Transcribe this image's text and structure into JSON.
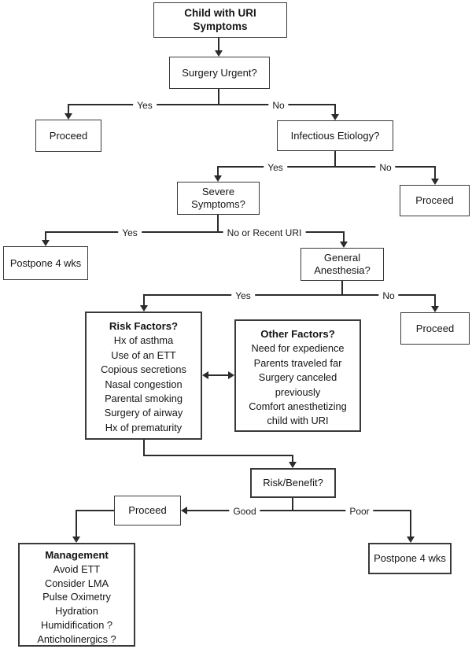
{
  "flowchart": {
    "ink_color": "#2b2b2b",
    "background_color": "#ffffff",
    "nodes": {
      "start": {
        "label": "Child with URI Symptoms"
      },
      "surgery_urgent": {
        "label": "Surgery Urgent?"
      },
      "proceed_1": {
        "label": "Proceed"
      },
      "infectious_etiology": {
        "label": "Infectious Etiology?"
      },
      "severe_symptoms": {
        "label": "Severe Symptoms?"
      },
      "proceed_2": {
        "label": "Proceed"
      },
      "postpone_1": {
        "label": "Postpone 4 wks"
      },
      "general_anesthesia": {
        "label": "General Anesthesia?"
      },
      "risk_factors": {
        "title": "Risk Factors?",
        "items": [
          "Hx of asthma",
          "Use of an ETT",
          "Copious secretions",
          "Nasal congestion",
          "Parental smoking",
          "Surgery of airway",
          "Hx of prematurity"
        ]
      },
      "other_factors": {
        "title": "Other Factors?",
        "items": [
          "Need for expedience",
          "Parents traveled far",
          "Surgery canceled previously",
          "Comfort anesthetizing child with URI"
        ]
      },
      "proceed_3": {
        "label": "Proceed"
      },
      "risk_benefit": {
        "label": "Risk/Benefit?"
      },
      "proceed_4": {
        "label": "Proceed"
      },
      "management": {
        "title": "Management",
        "items": [
          "Avoid ETT",
          "Consider LMA",
          "Pulse Oximetry",
          "Hydration",
          "Humidification ?",
          "Anticholinergics ?"
        ]
      },
      "postpone_2": {
        "label": "Postpone 4 wks"
      }
    },
    "edge_labels": {
      "surgery_yes": "Yes",
      "surgery_no": "No",
      "infectious_yes": "Yes",
      "infectious_no": "No",
      "severe_yes": "Yes",
      "severe_no": "No or Recent URI",
      "anesthesia_yes": "Yes",
      "anesthesia_no": "No",
      "risk_benefit_good": "Good",
      "risk_benefit_poor": "Poor"
    }
  }
}
